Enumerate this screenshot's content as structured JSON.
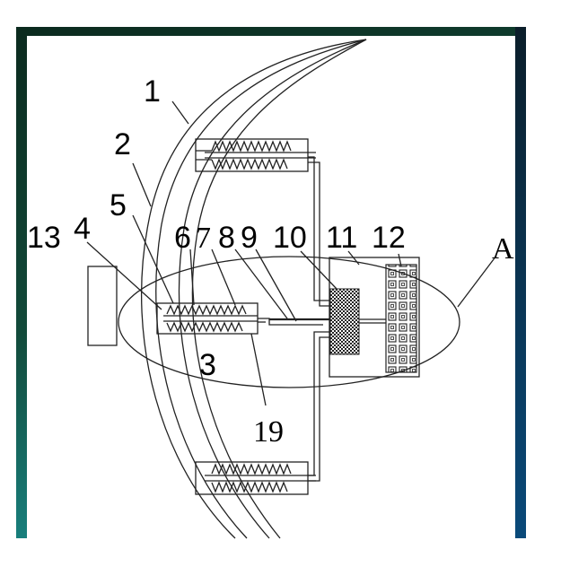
{
  "diagram": {
    "labels": {
      "l1": "1",
      "l2": "2",
      "l3": "3",
      "l4": "4",
      "l5": "5",
      "l6": "6",
      "l7": "7",
      "l8": "8",
      "l9": "9",
      "l10": "10",
      "l11": "11",
      "l12": "12",
      "l13": "13",
      "l19": "19",
      "lA": "A"
    }
  },
  "colors": {
    "frame_top": "#0b2a1e",
    "frame_bottom": "#1a8a8a",
    "frame_right": "#0a3a6a"
  }
}
